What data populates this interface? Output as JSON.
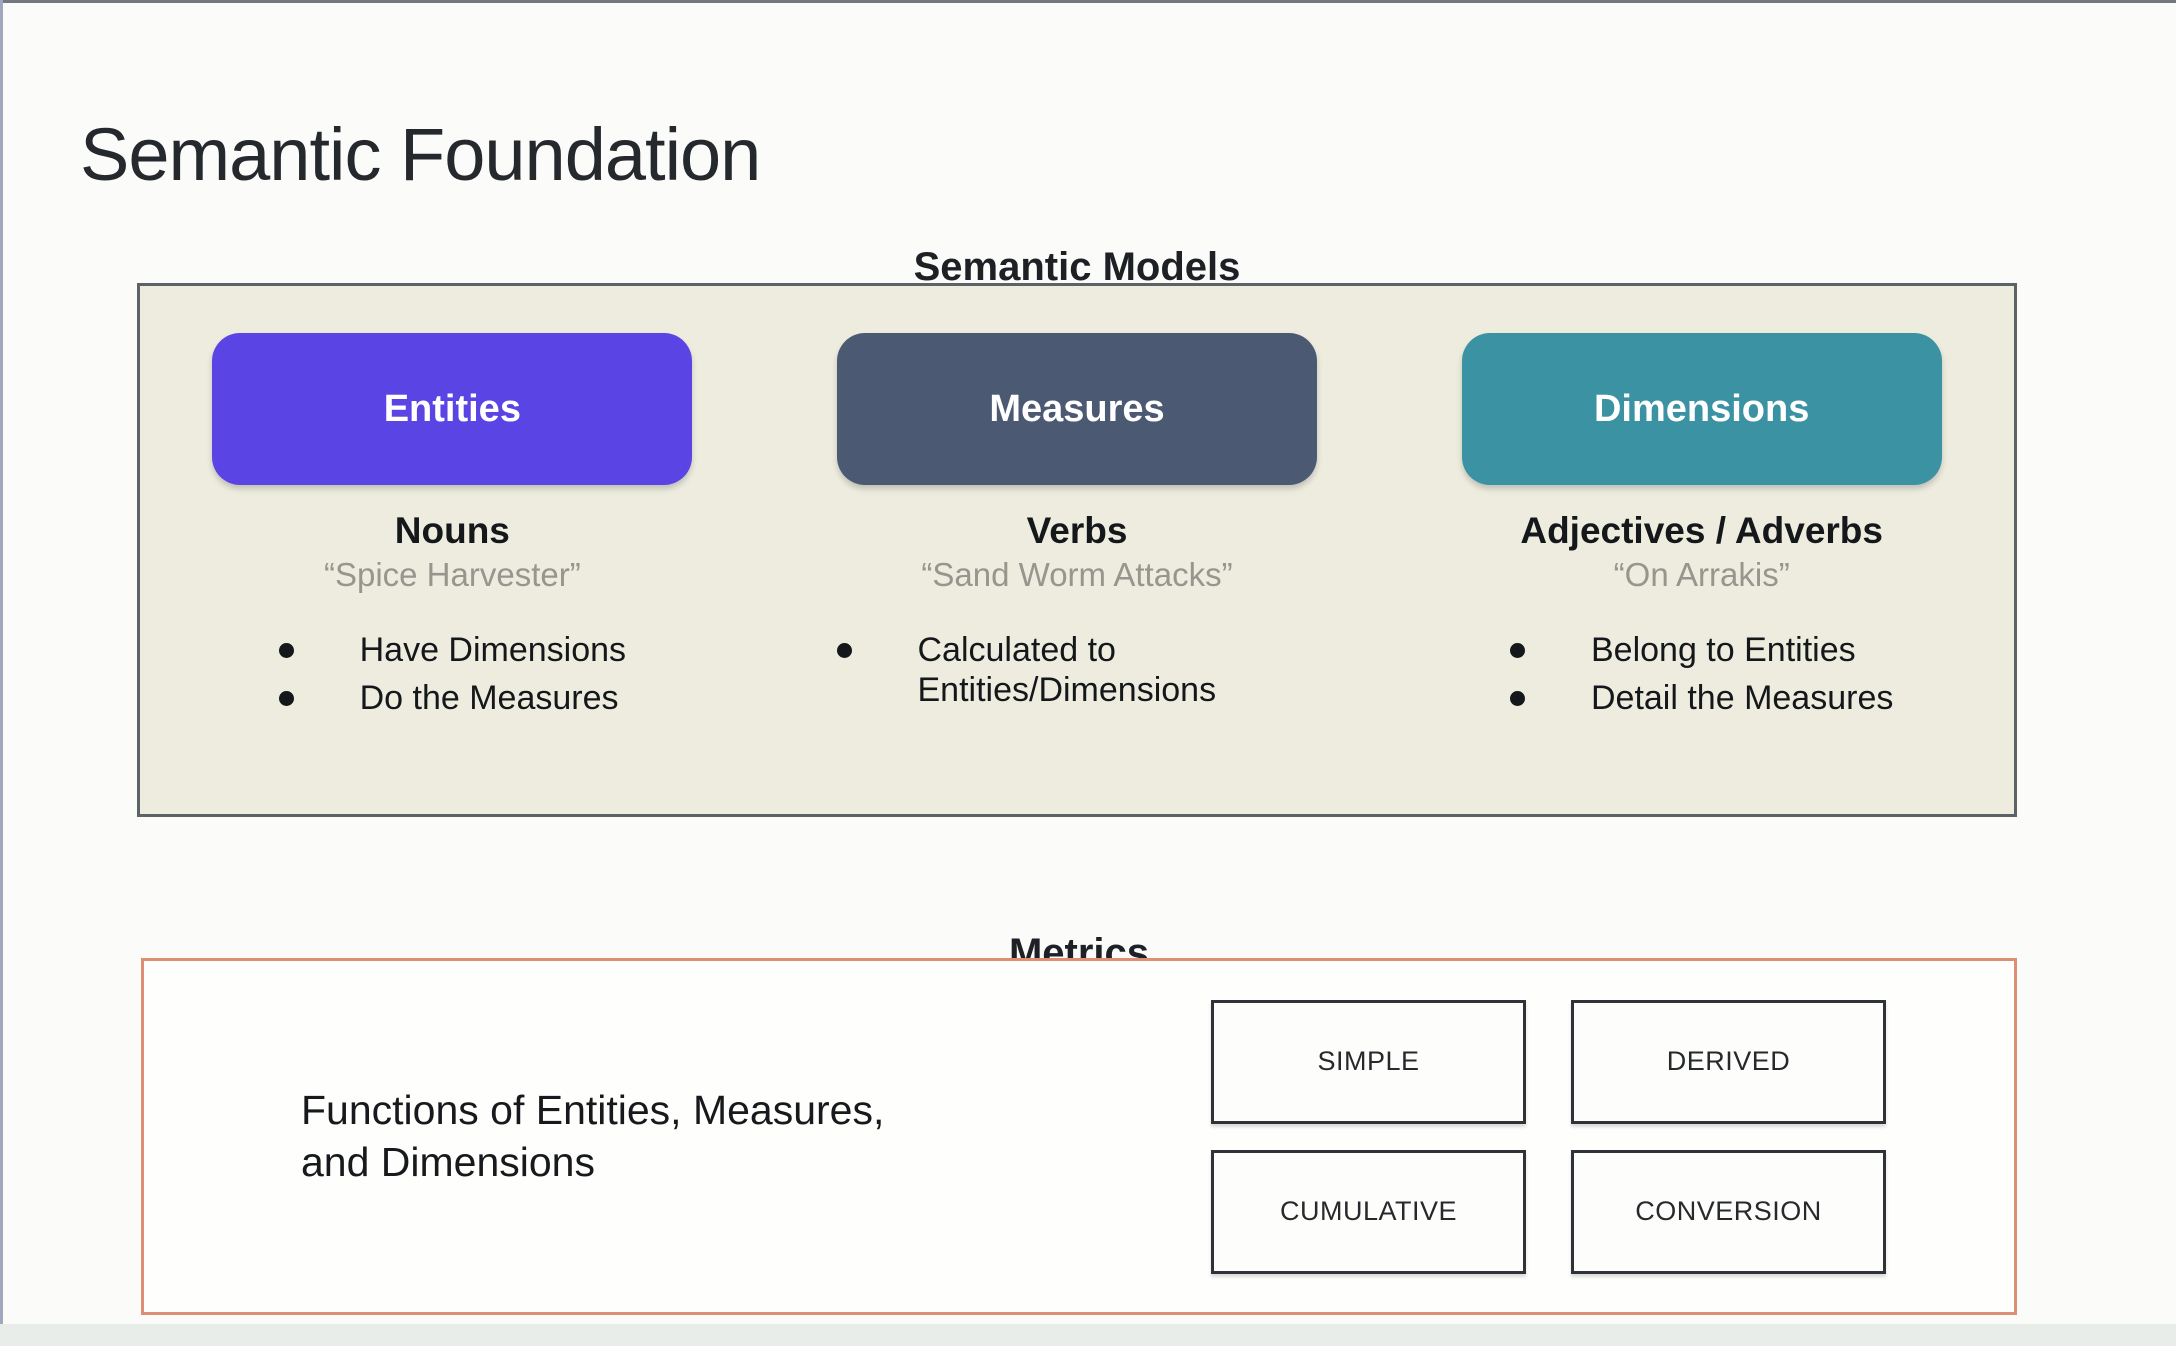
{
  "page": {
    "title": "Semantic Foundation"
  },
  "semantic_models": {
    "heading": "Semantic Models",
    "panel_background": "#edecdf",
    "columns": [
      {
        "label": "Entities",
        "color": "#5b44e4",
        "part_of_speech": "Nouns",
        "example": "“Spice Harvester”",
        "bullets": [
          "Have Dimensions",
          "Do the Measures"
        ]
      },
      {
        "label": "Measures",
        "color": "#4b5a72",
        "part_of_speech": "Verbs",
        "example": "“Sand Worm Attacks”",
        "bullets": [
          "Calculated to Entities/Dimensions"
        ]
      },
      {
        "label": "Dimensions",
        "color": "#3a92a3",
        "part_of_speech": "Adjectives / Adverbs",
        "example": "“On Arrakis”",
        "bullets": [
          "Belong to Entities",
          "Detail the Measures"
        ]
      }
    ]
  },
  "metrics": {
    "heading": "Metrics",
    "description": "Functions of Entities, Measures,\nand Dimensions",
    "border_color": "#dd8e73",
    "types": [
      "SIMPLE",
      "DERIVED",
      "CUMULATIVE",
      "CONVERSION"
    ]
  }
}
